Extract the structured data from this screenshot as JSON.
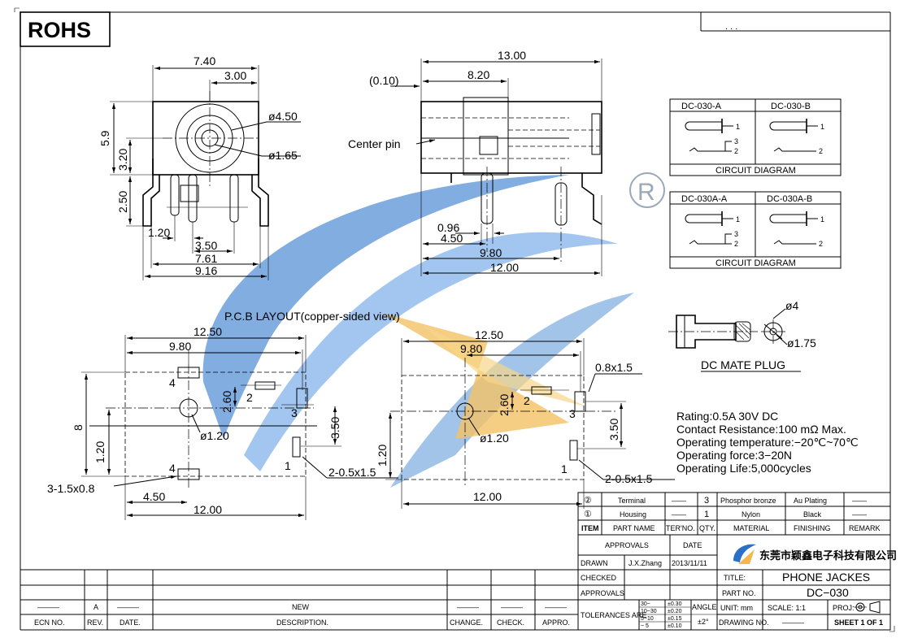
{
  "header": {
    "rohs": "ROHS",
    "corner_text": ". . ."
  },
  "front_view": {
    "dims": [
      "7.40",
      "3.00",
      "ø4.50",
      "ø1.65",
      "5.9",
      "3.20",
      "2.50",
      "1.20",
      "3.50",
      "7.61",
      "9.16"
    ]
  },
  "side_view": {
    "dims": [
      "13.00",
      "(0.10)",
      "8.20",
      "0.96",
      "4.50",
      "9.80",
      "12.00"
    ],
    "center_pin": "Center pin"
  },
  "circuits": {
    "top": {
      "a": "DC-030-A",
      "b": "DC-030-B",
      "caption": "CIRCUIT  DIAGRAM"
    },
    "bottom": {
      "a": "DC-030A-A",
      "b": "DC-030A-B",
      "caption": "CIRCUIT  DIAGRAM"
    },
    "pins": [
      "1",
      "3",
      "2"
    ]
  },
  "registered": "R",
  "plug": {
    "d_outer": "ø4",
    "d_inner": "ø1.75",
    "caption": "DC  MATE  PLUG"
  },
  "pcb": {
    "title": "P.C.B  LAYOUT(copper-sided  view)",
    "left_dims": [
      "12.50",
      "9.80",
      "8",
      "1.20",
      "2.60",
      "3.50",
      "ø1.20",
      "3-1.5x0.8",
      "4.50",
      "12.00",
      "2-0.5x1.5"
    ],
    "right_dims": [
      "12.50",
      "9.80",
      "0.8x1.5",
      "2.60",
      "3.50",
      "ø1.20",
      "1.20",
      "12.00",
      "2-0.5x1.5"
    ],
    "pad_numbers": [
      "4",
      "2",
      "3",
      "1",
      "4"
    ]
  },
  "specs": [
    "Rating:0.5A  30V  DC",
    "Contact  Resistance:100  mΩ  Max.",
    "Operating  temperature:−20℃~70℃",
    "Operating  force:3−20N",
    "Operating  Life:5,000cycles"
  ],
  "bom": {
    "rows": [
      {
        "item": "②",
        "part": "Terminal",
        "ter": "——",
        "qty": "3",
        "material": "Phosphor bronze",
        "finishing": "Au Plating",
        "remark": "——"
      },
      {
        "item": "①",
        "part": "Housing",
        "ter": "——",
        "qty": "1",
        "material": "Nylon",
        "finishing": "Black",
        "remark": "——"
      }
    ],
    "headers": {
      "item": "ITEM",
      "part": "PART NAME",
      "ter": "TER'NO.",
      "qty": "QTY.",
      "material": "MATERIAL",
      "finishing": "FINISHING",
      "remark": "REMARK"
    }
  },
  "title_block": {
    "approvals": "APPROVALS",
    "date": "DATE",
    "drawn": "DRAWN",
    "drawn_by": "J.X.Zhang",
    "drawn_date": "2013/11/11",
    "checked": "CHECKED",
    "approvals2": "APPROVALS",
    "company": "东莞市颖鑫电子科技有限公司",
    "title_label": "TITLE:",
    "title": "PHONE  JACKES",
    "part_label": "PART  NO.",
    "part_no": "DC−030",
    "unit": "UNIT:  mm",
    "scale": "SCALE:   1:1",
    "proj": "PROJ:",
    "drawing_no": "DRAWING  NO.",
    "drawing_no_val": "———",
    "sheet": "SHEET   1  OF  1",
    "tolerances": "TOLERANCES  ARE",
    "tol_ranges": [
      "30~",
      "10~30",
      "5~10",
      "~ 5"
    ],
    "tol_values": [
      "±0.30",
      "±0.20",
      "±0.15",
      "±0.10"
    ],
    "angle": "ANGLE",
    "angle_val": "±2°"
  },
  "revision": {
    "row": {
      "ecn": "———",
      "rev": "A",
      "date": "———",
      "desc": "NEW",
      "change": "———",
      "check": "———",
      "appro": "———"
    },
    "headers": {
      "ecn": "ECN  NO.",
      "rev": "REV.",
      "date": "DATE.",
      "desc": "DESCRIPTION.",
      "change": "CHANGE.",
      "check": "CHECK.",
      "appro": "APPRO."
    }
  },
  "colors": {
    "watermark_blue": "#3a7fd0",
    "watermark_orange": "#f2b84a"
  }
}
